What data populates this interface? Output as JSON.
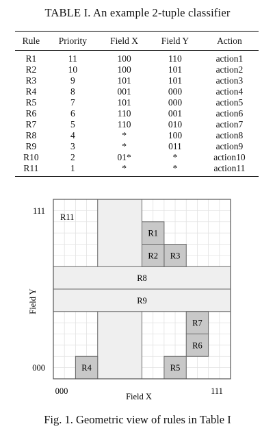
{
  "table": {
    "caption": "TABLE I. An example 2-tuple classifier",
    "headers": [
      "Rule",
      "Priority",
      "Field X",
      "Field Y",
      "Action"
    ],
    "rows": [
      [
        "R1",
        "11",
        "100",
        "110",
        "action1"
      ],
      [
        "R2",
        "10",
        "100",
        "101",
        "action2"
      ],
      [
        "R3",
        "9",
        "101",
        "101",
        "action3"
      ],
      [
        "R4",
        "8",
        "001",
        "000",
        "action4"
      ],
      [
        "R5",
        "7",
        "101",
        "000",
        "action5"
      ],
      [
        "R6",
        "6",
        "110",
        "001",
        "action6"
      ],
      [
        "R7",
        "5",
        "110",
        "010",
        "action7"
      ],
      [
        "R8",
        "4",
        "*",
        "100",
        "action8"
      ],
      [
        "R9",
        "3",
        "*",
        "011",
        "action9"
      ],
      [
        "R10",
        "2",
        "01*",
        "*",
        "action10"
      ],
      [
        "R11",
        "1",
        "*",
        "*",
        "action11"
      ]
    ]
  },
  "figure": {
    "caption": "Fig. 1. Geometric view of rules in Table I",
    "xlabel": "Field X",
    "ylabel": "Field Y",
    "x_min_label": "000",
    "x_max_label": "111",
    "y_min_label": "000",
    "y_max_label": "111",
    "grid_cells": 8,
    "fill_dark": "#c8c8c8",
    "fill_light": "#efefef",
    "rules": [
      {
        "name": "R11",
        "x": [
          0,
          7
        ],
        "y": [
          0,
          7
        ],
        "shade": "none"
      },
      {
        "name": "R10",
        "x": [
          2,
          3
        ],
        "y": [
          0,
          7
        ],
        "shade": "light"
      },
      {
        "name": "R9",
        "x": [
          0,
          7
        ],
        "y": [
          3,
          3
        ],
        "shade": "light"
      },
      {
        "name": "R8",
        "x": [
          0,
          7
        ],
        "y": [
          4,
          4
        ],
        "shade": "light"
      },
      {
        "name": "R7",
        "x": [
          6,
          6
        ],
        "y": [
          2,
          2
        ],
        "shade": "dark"
      },
      {
        "name": "R6",
        "x": [
          6,
          6
        ],
        "y": [
          1,
          1
        ],
        "shade": "dark"
      },
      {
        "name": "R5",
        "x": [
          5,
          5
        ],
        "y": [
          0,
          0
        ],
        "shade": "dark"
      },
      {
        "name": "R4",
        "x": [
          1,
          1
        ],
        "y": [
          0,
          0
        ],
        "shade": "dark"
      },
      {
        "name": "R3",
        "x": [
          5,
          5
        ],
        "y": [
          5,
          5
        ],
        "shade": "dark"
      },
      {
        "name": "R2",
        "x": [
          4,
          4
        ],
        "y": [
          5,
          5
        ],
        "shade": "dark"
      },
      {
        "name": "R1",
        "x": [
          4,
          4
        ],
        "y": [
          6,
          6
        ],
        "shade": "dark"
      }
    ]
  }
}
